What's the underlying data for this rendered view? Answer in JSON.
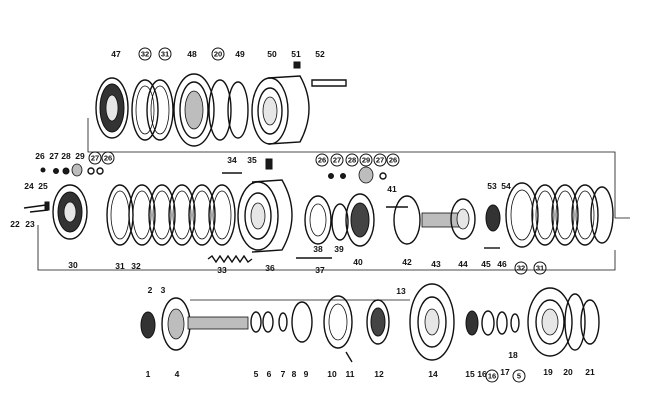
{
  "labels": [
    {
      "id": "47",
      "text": "47"
    },
    {
      "id": "32a",
      "text": "32",
      "circled": true
    },
    {
      "id": "31a",
      "text": "31",
      "circled": true
    },
    {
      "id": "48",
      "text": "48"
    },
    {
      "id": "20a",
      "text": "20",
      "circled": true
    },
    {
      "id": "49",
      "text": "49"
    },
    {
      "id": "50",
      "text": "50"
    },
    {
      "id": "51",
      "text": "51"
    },
    {
      "id": "52",
      "text": "52"
    },
    {
      "id": "26a",
      "text": "26"
    },
    {
      "id": "27a",
      "text": "27"
    },
    {
      "id": "28a",
      "text": "28"
    },
    {
      "id": "29a",
      "text": "29"
    },
    {
      "id": "27b",
      "text": "27",
      "circled": true
    },
    {
      "id": "26b",
      "text": "26",
      "circled": true
    },
    {
      "id": "34",
      "text": "34"
    },
    {
      "id": "35",
      "text": "35"
    },
    {
      "id": "26c",
      "text": "26",
      "circled": true
    },
    {
      "id": "27c",
      "text": "27",
      "circled": true
    },
    {
      "id": "28c",
      "text": "28",
      "circled": true
    },
    {
      "id": "29c",
      "text": "29",
      "circled": true
    },
    {
      "id": "27d",
      "text": "27",
      "circled": true
    },
    {
      "id": "26d",
      "text": "26",
      "circled": true
    },
    {
      "id": "24",
      "text": "24"
    },
    {
      "id": "25",
      "text": "25"
    },
    {
      "id": "22",
      "text": "22"
    },
    {
      "id": "23",
      "text": "23"
    },
    {
      "id": "41",
      "text": "41"
    },
    {
      "id": "53",
      "text": "53"
    },
    {
      "id": "54",
      "text": "54"
    },
    {
      "id": "30",
      "text": "30"
    },
    {
      "id": "31b",
      "text": "31"
    },
    {
      "id": "32b",
      "text": "32"
    },
    {
      "id": "33",
      "text": "33"
    },
    {
      "id": "36",
      "text": "36"
    },
    {
      "id": "37",
      "text": "37"
    },
    {
      "id": "38",
      "text": "38"
    },
    {
      "id": "39",
      "text": "39"
    },
    {
      "id": "40",
      "text": "40"
    },
    {
      "id": "42",
      "text": "42"
    },
    {
      "id": "43",
      "text": "43"
    },
    {
      "id": "44",
      "text": "44"
    },
    {
      "id": "45",
      "text": "45"
    },
    {
      "id": "46",
      "text": "46"
    },
    {
      "id": "32c",
      "text": "32",
      "circled": true
    },
    {
      "id": "31c",
      "text": "31",
      "circled": true
    },
    {
      "id": "2",
      "text": "2"
    },
    {
      "id": "3",
      "text": "3"
    },
    {
      "id": "13",
      "text": "13"
    },
    {
      "id": "1",
      "text": "1"
    },
    {
      "id": "4",
      "text": "4"
    },
    {
      "id": "5",
      "text": "5"
    },
    {
      "id": "6",
      "text": "6"
    },
    {
      "id": "7",
      "text": "7"
    },
    {
      "id": "8",
      "text": "8"
    },
    {
      "id": "9",
      "text": "9"
    },
    {
      "id": "10",
      "text": "10"
    },
    {
      "id": "11",
      "text": "11"
    },
    {
      "id": "12",
      "text": "12"
    },
    {
      "id": "14",
      "text": "14"
    },
    {
      "id": "15",
      "text": "15"
    },
    {
      "id": "16",
      "text": "16"
    },
    {
      "id": "16c",
      "text": "16",
      "circled": true
    },
    {
      "id": "17",
      "text": "17"
    },
    {
      "id": "18",
      "text": "18"
    },
    {
      "id": "5c",
      "text": "5",
      "circled": true
    },
    {
      "id": "19",
      "text": "19"
    },
    {
      "id": "20b",
      "text": "20"
    },
    {
      "id": "21",
      "text": "21"
    }
  ]
}
